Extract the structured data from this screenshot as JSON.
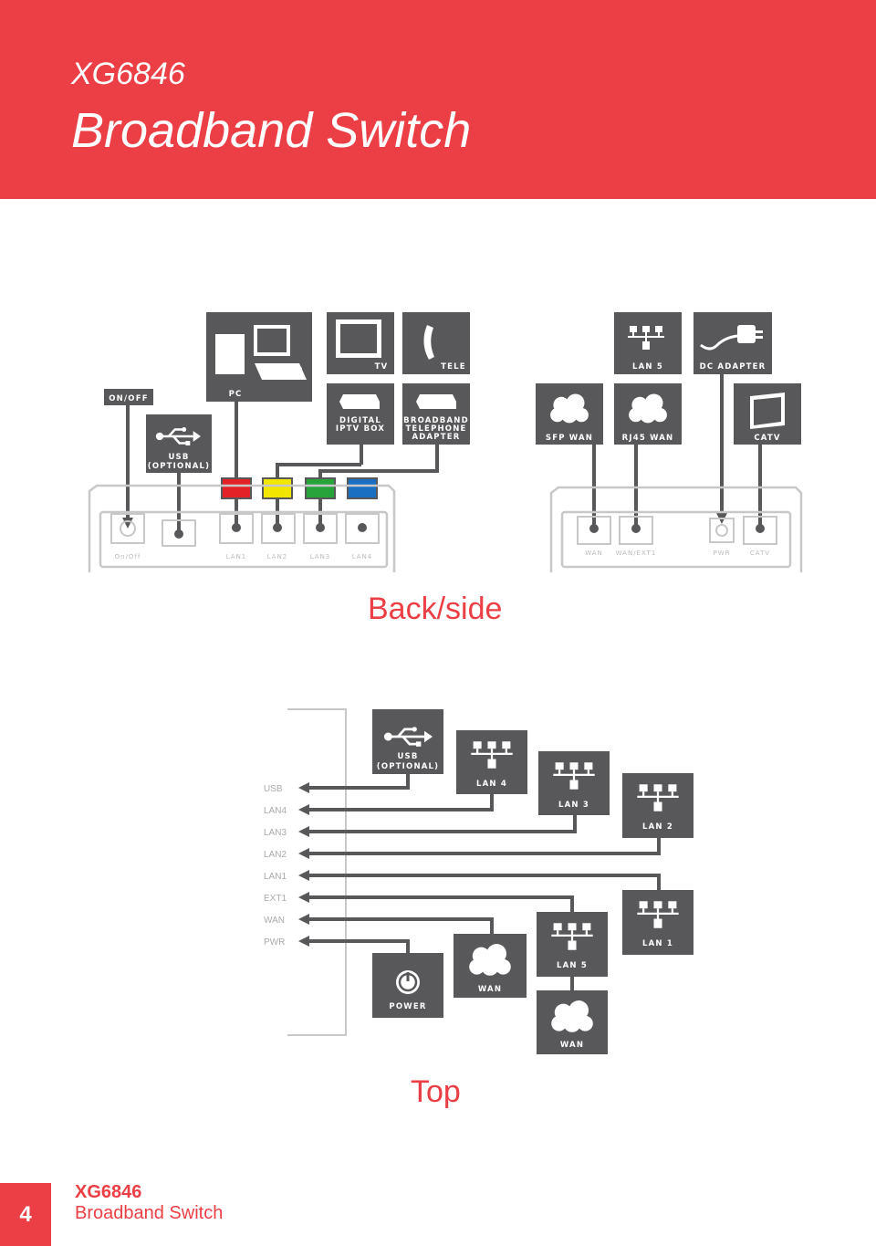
{
  "header": {
    "model": "XG6846",
    "title": "Broadband Switch"
  },
  "back": {
    "caption": "Back/side",
    "devices": {
      "pc": "PC",
      "tv": "TV",
      "tele": "TELE",
      "lan5": "LAN 5",
      "dc_adapter": "DC ADAPTER",
      "on_off": "ON/OFF",
      "iptv_line1": "DIGITAL",
      "iptv_line2": "IPTV BOX",
      "bta_line1": "BROADBAND",
      "bta_line2": "TELEPHONE",
      "bta_line3": "ADAPTER",
      "sfp_wan": "SFP WAN",
      "rj45_wan": "RJ45 WAN",
      "catv": "CATV",
      "usb_line1": "USB",
      "usb_line2": "(OPTIONAL)"
    },
    "ports_left": [
      "On/Off",
      "",
      "LAN1",
      "LAN2",
      "LAN3",
      "LAN4"
    ],
    "ports_right": [
      "WAN",
      "WAN/EXT1",
      "PWR",
      "CATV"
    ],
    "port_colors": [
      "#e32228",
      "#f2e600",
      "#27a33a",
      "#1a6fc2"
    ]
  },
  "top": {
    "caption": "Top",
    "side_labels": [
      "USB",
      "LAN4",
      "LAN3",
      "LAN2",
      "LAN1",
      "EXT1",
      "WAN",
      "PWR"
    ],
    "boxes": {
      "usb_line1": "USB",
      "usb_line2": "(OPTIONAL)",
      "lan4": "LAN 4",
      "lan3": "LAN 3",
      "lan2": "LAN 2",
      "lan1": "LAN 1",
      "lan5": "LAN 5",
      "wan_a": "WAN",
      "wan_b": "WAN",
      "power": "POWER"
    }
  },
  "footer": {
    "page": "4",
    "model": "XG6846",
    "title": "Broadband Switch"
  },
  "colors": {
    "accent": "#ec3e45",
    "box": "#58585a",
    "line": "#58585a"
  }
}
